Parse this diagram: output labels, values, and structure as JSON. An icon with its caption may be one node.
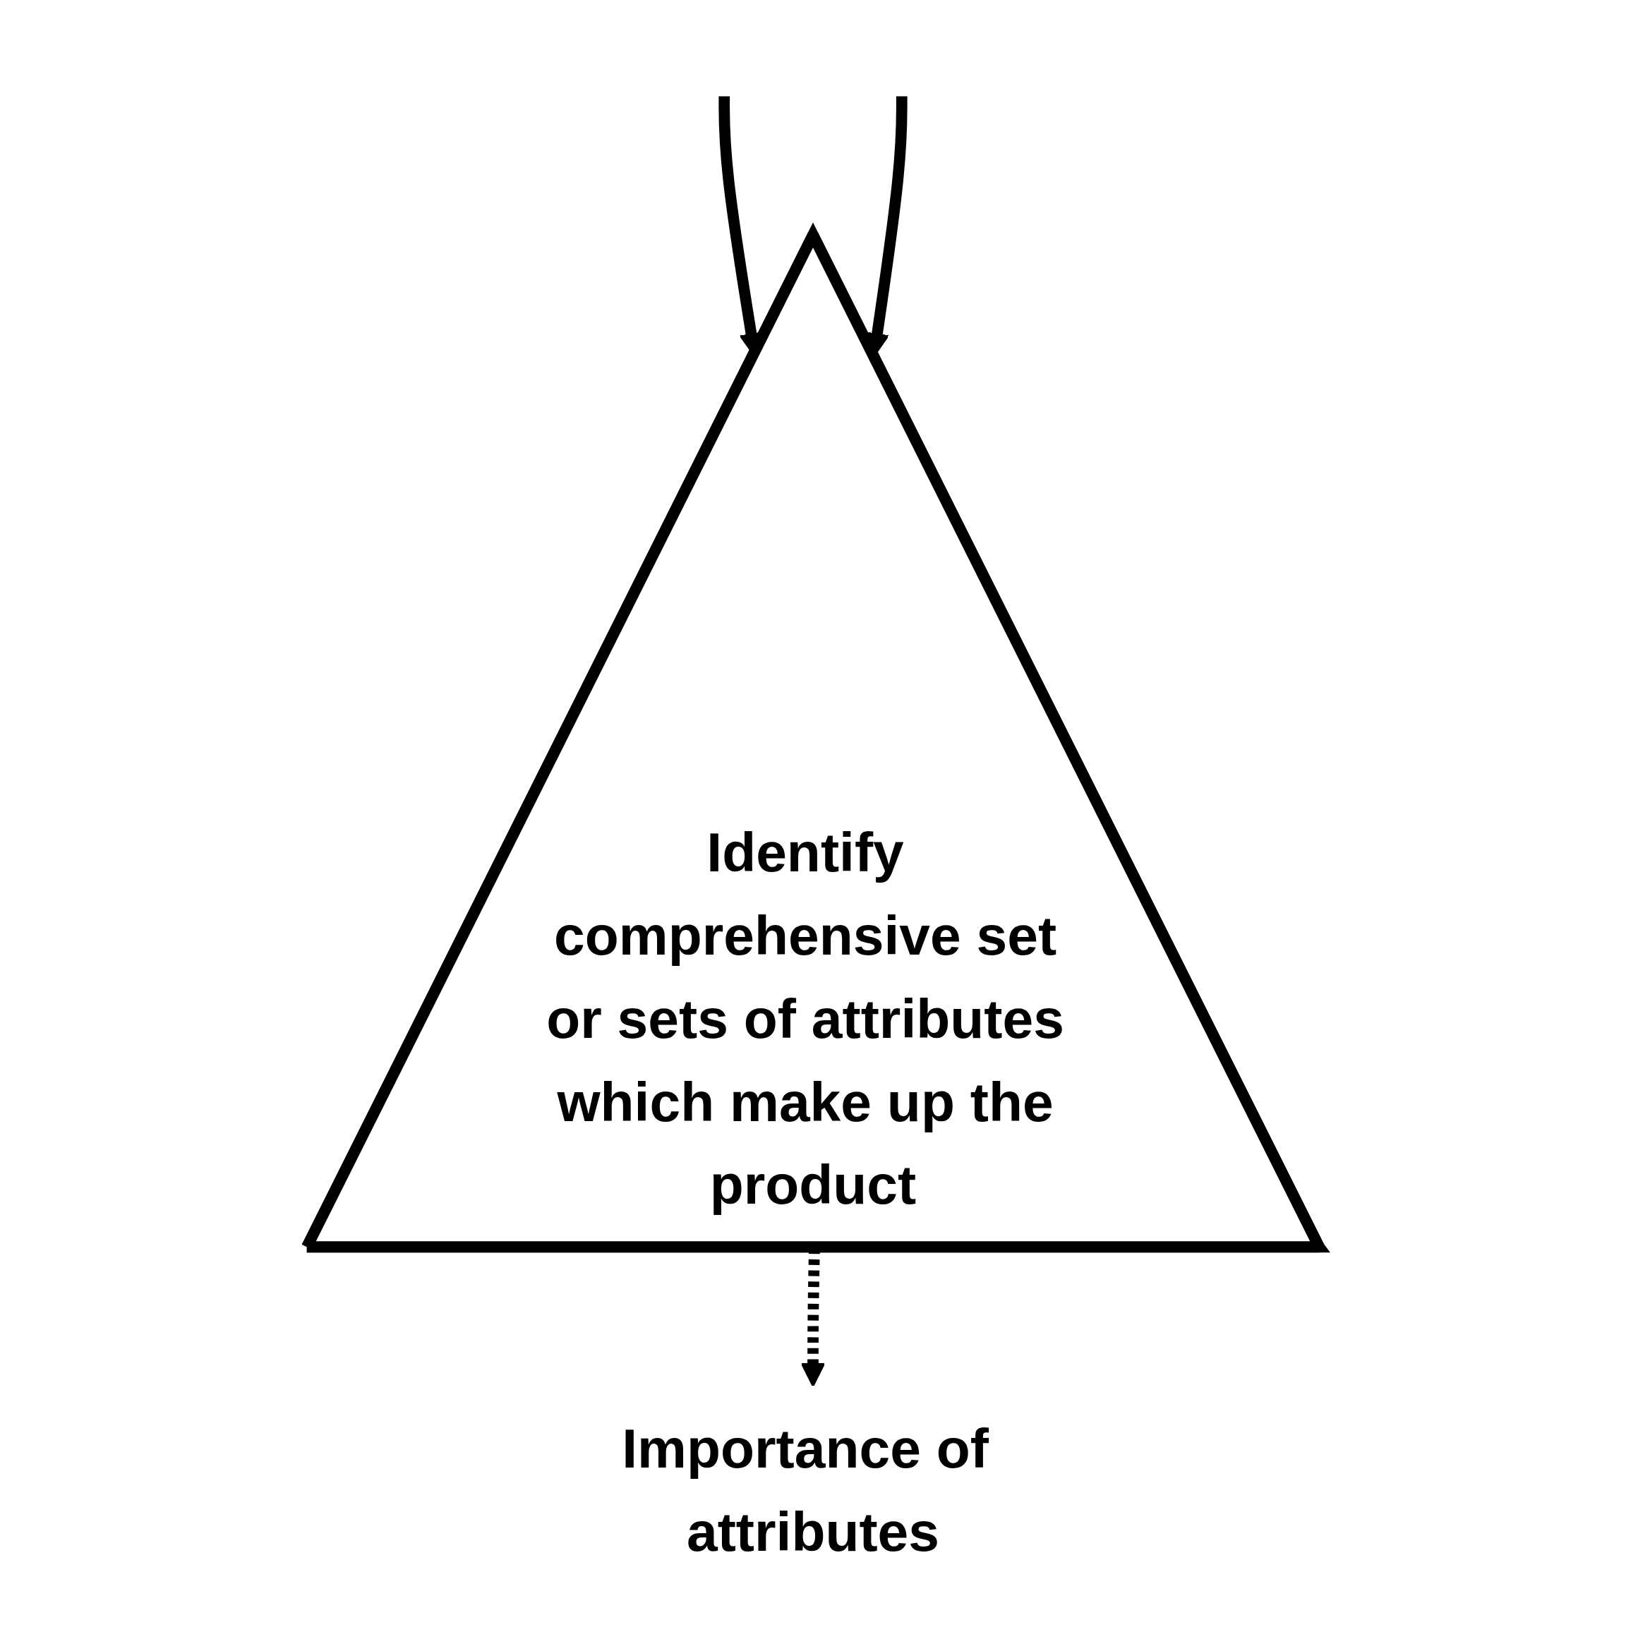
{
  "diagram": {
    "nodes": [
      {
        "text": [
          "Identify comprehensive set or sets of attributes which make up the product"
        ]
      },
      {
        "text": [
          "Importance of attributes"
        ]
      }
    ],
    "edges": [
      {
        "from": null,
        "to": 0,
        "arrow": "to"
      },
      {
        "from": null,
        "to": 0,
        "arrow": "to"
      },
      {
        "from": 0,
        "to": 1,
        "arrow": "to",
        "style": "dashed"
      }
    ]
  }
}
